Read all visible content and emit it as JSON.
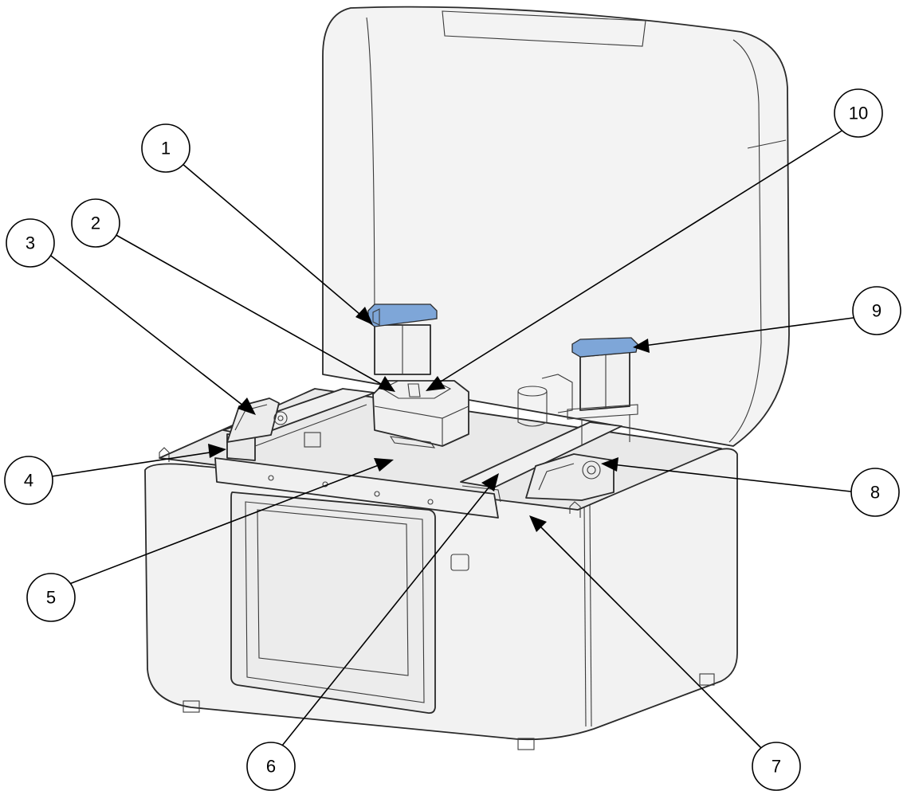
{
  "colors": {
    "body": "#f2f2f2",
    "body_shade": "#e6e6e6",
    "lid": "#f3f3f3",
    "line": "#2a2a2a",
    "accent_blue": "#7ea6d8",
    "accent_blue_dark": "#4f7fbf",
    "callout_fill": "#ffffff"
  },
  "callouts": [
    {
      "id": "1",
      "label": "1"
    },
    {
      "id": "2",
      "label": "2"
    },
    {
      "id": "3",
      "label": "3"
    },
    {
      "id": "4",
      "label": "4"
    },
    {
      "id": "5",
      "label": "5"
    },
    {
      "id": "6",
      "label": "6"
    },
    {
      "id": "7",
      "label": "7"
    },
    {
      "id": "8",
      "label": "8"
    },
    {
      "id": "9",
      "label": "9"
    },
    {
      "id": "10",
      "label": "10"
    }
  ]
}
